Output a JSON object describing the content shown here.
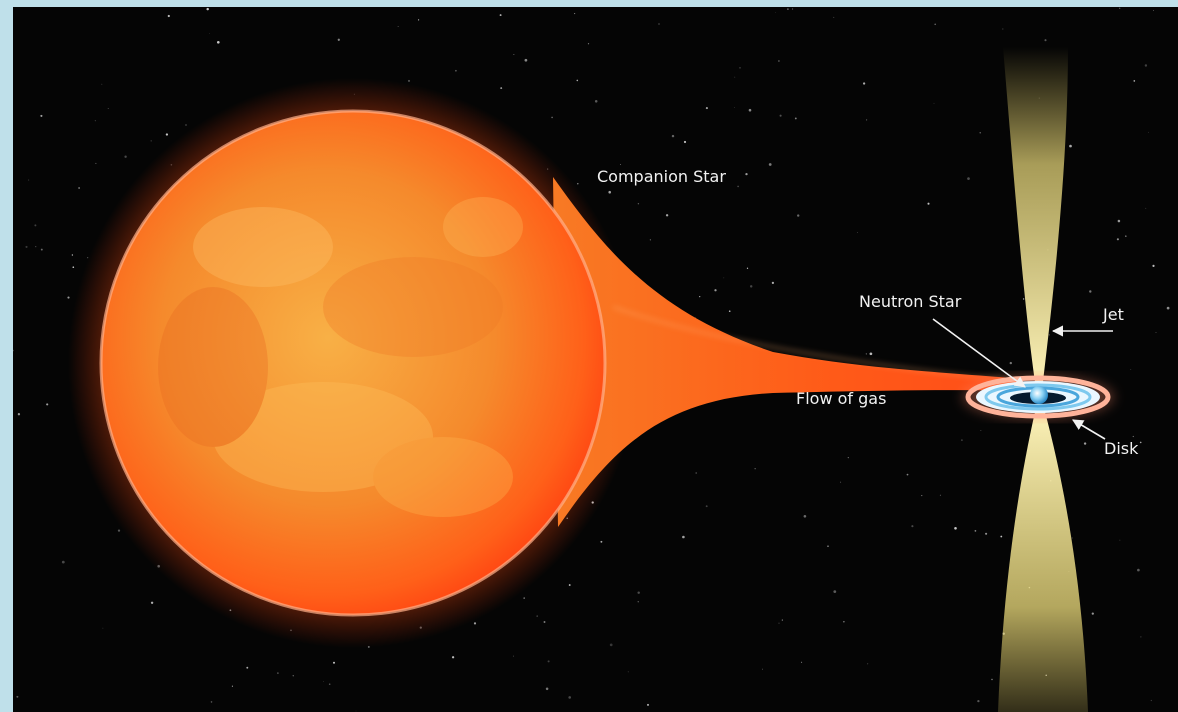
{
  "diagram": {
    "labels": {
      "companion_star": "Companion Star",
      "neutron_star": "Neutron Star",
      "jet": "Jet",
      "flow_of_gas": "Flow of gas",
      "disk": "Disk"
    }
  },
  "colors": {
    "frame": "#bfe0ea",
    "space": "#050505",
    "star_core": "#f7a033",
    "star_edge": "#ff4a12",
    "jet": "#f4e58a",
    "disk": "#9ed8f4",
    "label": "#f2f2f2"
  }
}
